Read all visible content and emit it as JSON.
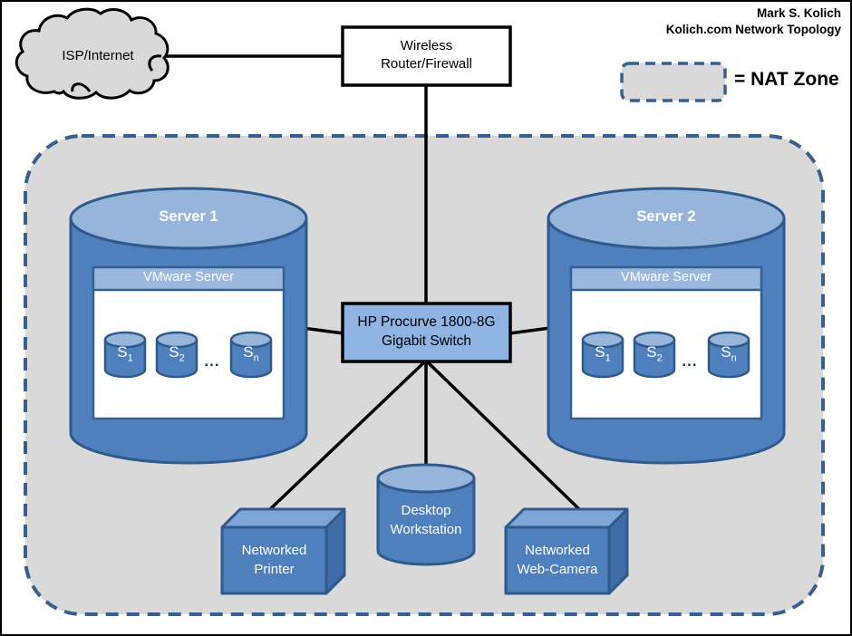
{
  "title_block": {
    "line1": "Mark S. Kolich",
    "line2": "Kolich.com Network Topology"
  },
  "legend": {
    "label": "= NAT Zone"
  },
  "nodes": {
    "internet": {
      "label": "ISP/Internet"
    },
    "router": {
      "line1": "Wireless",
      "line2": "Router/Firewall"
    },
    "switch": {
      "line1": "HP Procurve 1800-8G",
      "line2": "Gigabit Switch"
    },
    "printer": {
      "line1": "Networked",
      "line2": "Printer"
    },
    "workstation": {
      "line1": "Desktop",
      "line2": "Workstation"
    },
    "webcam": {
      "line1": "Networked",
      "line2": "Web-Camera"
    }
  },
  "servers": [
    {
      "name": "Server 1",
      "app": "VMware Server",
      "ellipsis": "...",
      "vms": [
        {
          "main": "S",
          "sub": "1"
        },
        {
          "main": "S",
          "sub": "2"
        },
        {
          "main": "S",
          "sub": "n"
        }
      ]
    },
    {
      "name": "Server 2",
      "app": "VMware Server",
      "ellipsis": "...",
      "vms": [
        {
          "main": "S",
          "sub": "1"
        },
        {
          "main": "S",
          "sub": "2"
        },
        {
          "main": "S",
          "sub": "n"
        }
      ]
    }
  ],
  "colors": {
    "cylinder_body": "#4e80bd",
    "cylinder_top": "#97b5db",
    "cylinder_stroke": "#2f5a8b",
    "switch_fill": "#8fb3e3",
    "vmware_header_fill": "#9ab8de",
    "vmware_box_stroke": "#376092",
    "nat_zone_fill": "#d9d9d9",
    "nat_zone_border": "#376092",
    "cloud_fill": "#d9d9d9",
    "box3d_front": "#4e80bd",
    "box3d_top": "#7da5d6",
    "box3d_side": "#3d6ca6",
    "connector_line": "#000000",
    "ellipsis_text": "#1c3a60"
  }
}
